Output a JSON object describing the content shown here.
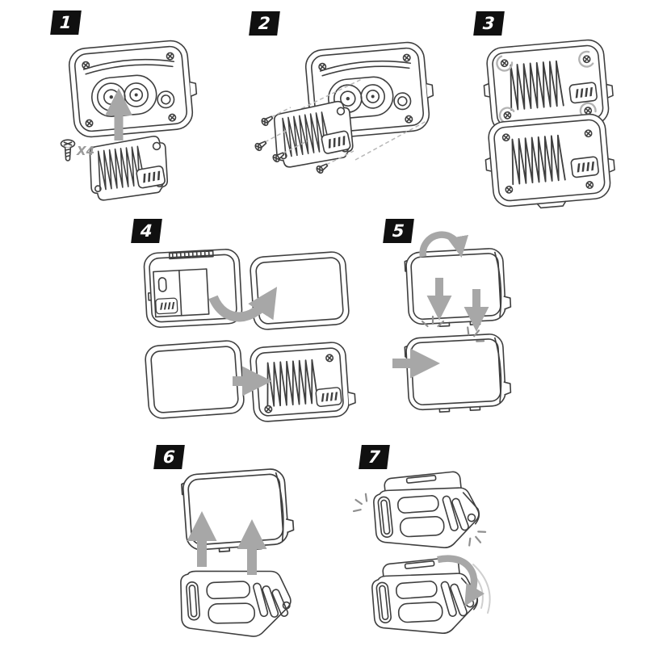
{
  "colors": {
    "background": "#ffffff",
    "line_art": "#3f3f3f",
    "arrow_gray": "#a7a7a7",
    "badge_background": "#101010",
    "badge_text": "#ffffff",
    "screw_count_text": "#9b9b9b",
    "ghost_line": "#cfcfcf"
  },
  "steps": [
    {
      "number": "1",
      "screw_count": "X4"
    },
    {
      "number": "2"
    },
    {
      "number": "3"
    },
    {
      "number": "4"
    },
    {
      "number": "5"
    },
    {
      "number": "6"
    },
    {
      "number": "7"
    }
  ],
  "icons": {
    "step-badge": "black skewed plate with white italic numeral",
    "screw-icon": "phillips countersunk screw",
    "up-arrow-icon": "solid gray arrow pointing up",
    "down-arrow-icon": "solid gray arrow pointing down",
    "right-arrow-icon": "solid gray arrow pointing right",
    "rotate-arrow-icon": "curved gray arrow",
    "tighten-arrow-icon": "gray circular arc around screw head",
    "click-mark-icon": "three radiating snap-in lines",
    "dashed-guide-line": "gray dashed alignment line"
  }
}
